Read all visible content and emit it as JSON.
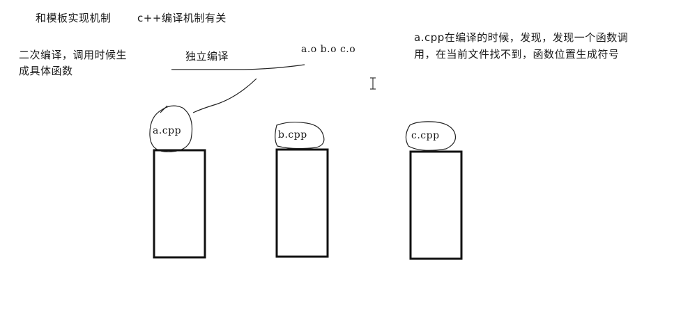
{
  "title": {
    "main": "和模板实现机制",
    "sub": "c++编译机制有关"
  },
  "notes": {
    "left_line1": "二次编译，调用时候生",
    "left_line2": "成具体函数",
    "independent": "独立编译",
    "objects": "a.o b.o c.o",
    "right_line1": "a.cpp在编译的时候，发现，发现一个函数调",
    "right_line2": "用，在当前文件找不到，函数位置生成符号"
  },
  "files": [
    {
      "label": "a.cpp"
    },
    {
      "label": "b.cpp"
    },
    {
      "label": "c.cpp"
    }
  ],
  "colors": {
    "ink": "#111111",
    "background": "#ffffff"
  }
}
